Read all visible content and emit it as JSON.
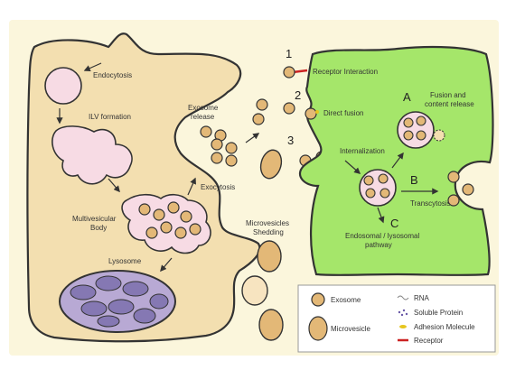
{
  "colors": {
    "page_background": "#ffffff",
    "panel_background": "#fbf6dc",
    "donor_cell": "#f3dfb0",
    "recipient_cell": "#a5e66a",
    "endosome": "#f7dbe4",
    "lysosome": "#b8a9d4",
    "lysosome_content": "#8578b3",
    "exosome_fill": "#e3b877",
    "outline": "#333333",
    "receptor": "#cc2222",
    "adhesion": "#e6c61f",
    "protein_dots": "#6a5aa8"
  },
  "donor": {
    "endocytosis": "Endocytosis",
    "ilv_formation": "ILV formation",
    "multivesicular_body": [
      "Multivesicular",
      "Body"
    ],
    "lysosome": "Lysosome",
    "exocytosis": "Exocytosis",
    "exosome_release": [
      "Exosome",
      "release"
    ],
    "microvesicles_shedding": [
      "Microvesicles",
      "Shedding"
    ]
  },
  "recipient": {
    "step_1": "1",
    "step_2": "2",
    "step_3": "3",
    "receptor_interaction": "Receptor Interaction",
    "direct_fusion": "Direct fusion",
    "internalization": "Internalization",
    "step_a": "A",
    "fusion_release": [
      "Fusion and",
      "content release"
    ],
    "step_b": "B",
    "transcytosis": "Transcytosis",
    "step_c": "C",
    "endosomal_pathway": [
      "Endosomal / lysosomal",
      "pathway"
    ]
  },
  "legend": {
    "exosome": "Exosome",
    "microvesicle": "Microvesicle",
    "rna": "RNA",
    "soluble_protein": "Soluble Protein",
    "adhesion_molecule": "Adhesion Molecule",
    "receptor": "Receptor"
  }
}
